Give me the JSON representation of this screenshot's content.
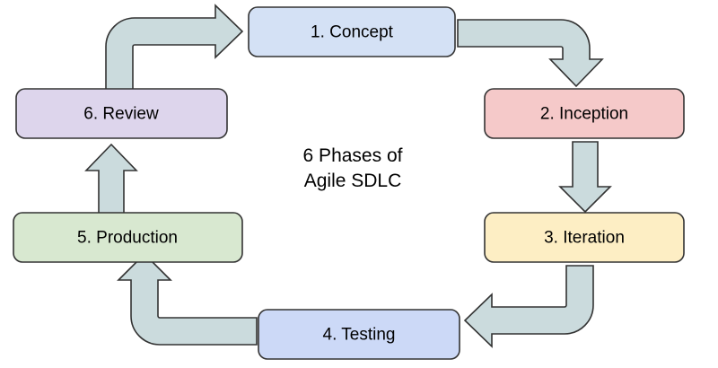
{
  "diagram": {
    "title_line1": "6 Phases of",
    "title_line2": "Agile SDLC",
    "background_color": "#ffffff",
    "outline_color": "#333333",
    "arrow_fill": "#cbdbdd",
    "phases": [
      {
        "id": "concept",
        "label": "1. Concept",
        "color": "#d4e1f5",
        "position": "top-center"
      },
      {
        "id": "inception",
        "label": "2. Inception",
        "color": "#f5c9c9",
        "position": "right-upper"
      },
      {
        "id": "iteration",
        "label": "3. Iteration",
        "color": "#fdeec4",
        "position": "right-lower"
      },
      {
        "id": "testing",
        "label": "4. Testing",
        "color": "#ccd9f7",
        "position": "bottom-center"
      },
      {
        "id": "production",
        "label": "5. Production",
        "color": "#d8e8d0",
        "position": "left-lower"
      },
      {
        "id": "review",
        "label": "6. Review",
        "color": "#ddd5ec",
        "position": "left-upper"
      }
    ],
    "connectors": [
      {
        "id": "concept-to-inception",
        "from": "1. Concept",
        "to": "2. Inception",
        "shape": "elbow-right-down"
      },
      {
        "id": "inception-to-iteration",
        "from": "2. Inception",
        "to": "3. Iteration",
        "shape": "straight-down"
      },
      {
        "id": "iteration-to-testing",
        "from": "3. Iteration",
        "to": "4. Testing",
        "shape": "elbow-down-left"
      },
      {
        "id": "testing-to-production",
        "from": "4. Testing",
        "to": "5. Production",
        "shape": "elbow-left-up"
      },
      {
        "id": "production-to-review",
        "from": "5. Production",
        "to": "6. Review",
        "shape": "straight-up"
      },
      {
        "id": "review-to-concept",
        "from": "6. Review",
        "to": "1. Concept",
        "shape": "elbow-up-right"
      }
    ]
  }
}
